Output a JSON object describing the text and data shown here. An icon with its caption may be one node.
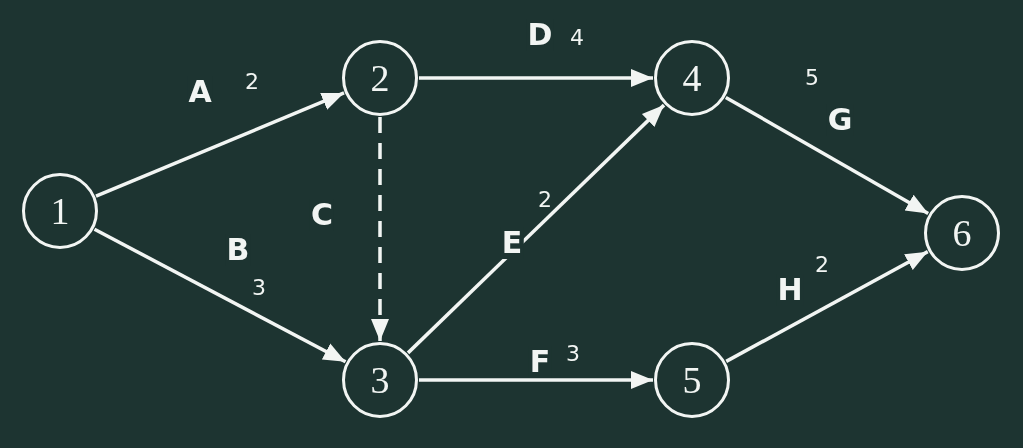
{
  "diagram": {
    "nodes": [
      {
        "text": [
          "1"
        ]
      },
      {
        "text": [
          "2"
        ]
      },
      {
        "text": [
          "3"
        ]
      },
      {
        "text": [
          "4"
        ]
      },
      {
        "text": [
          "5"
        ]
      },
      {
        "text": [
          "6"
        ]
      }
    ],
    "edges": [
      {
        "from": 0,
        "to": 1,
        "arrow": "to",
        "label": "A"
      },
      {
        "from": 0,
        "to": 2,
        "arrow": "to",
        "label": "B"
      },
      {
        "from": 1,
        "to": 3,
        "arrow": "to",
        "label": "D"
      },
      {
        "from": 1,
        "to": 2,
        "arrow": "to",
        "label": "C",
        "style": "dashed"
      },
      {
        "from": 2,
        "to": 3,
        "arrow": "to",
        "label": "E"
      },
      {
        "from": 2,
        "to": 4,
        "arrow": "to",
        "label": "F"
      },
      {
        "from": 3,
        "to": 5,
        "arrow": "to",
        "label": "G"
      },
      {
        "from": 4,
        "to": 5,
        "arrow": "to",
        "label": "H"
      }
    ],
    "labels": [
      "2",
      "3",
      "4",
      "2",
      "3",
      "5",
      "2"
    ]
  }
}
